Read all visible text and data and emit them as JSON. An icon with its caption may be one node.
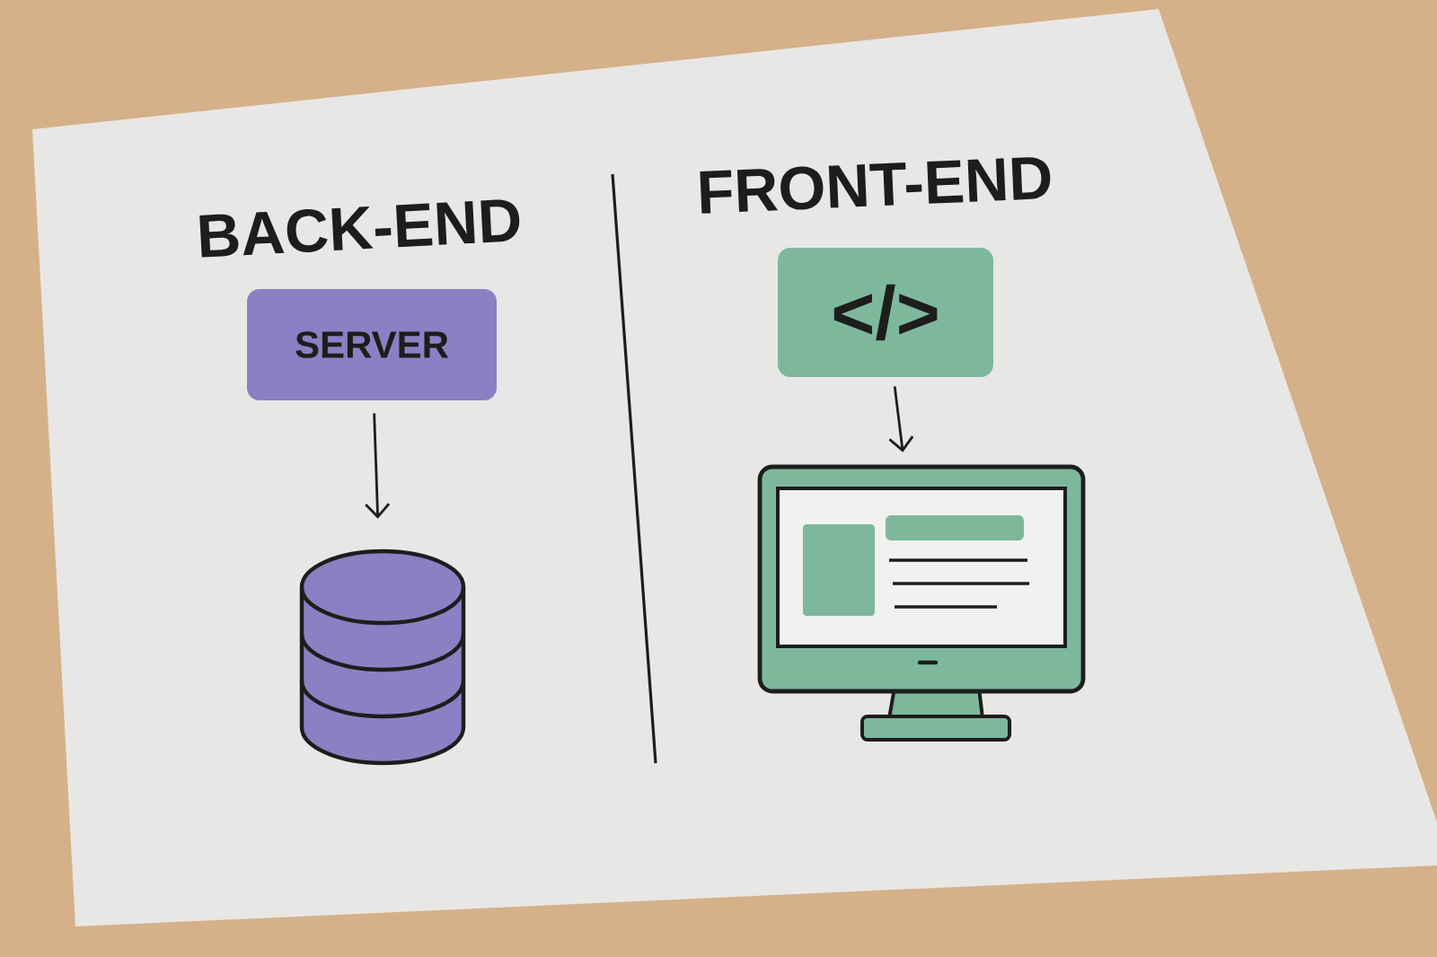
{
  "diagram": {
    "nodes": [
      {
        "text": [
          "SERVER"
        ]
      },
      {
        "text": [],
        "shape": "cylinder"
      },
      {
        "text": [
          "</>"
        ]
      },
      {
        "text": [],
        "shape": "picture"
      }
    ],
    "edges": [
      {
        "from": 0,
        "to": 1,
        "arrow": "to"
      },
      {
        "from": 2,
        "to": 3,
        "arrow": "to"
      }
    ],
    "labels": [
      "BACK-END",
      "FRONT-END"
    ]
  }
}
